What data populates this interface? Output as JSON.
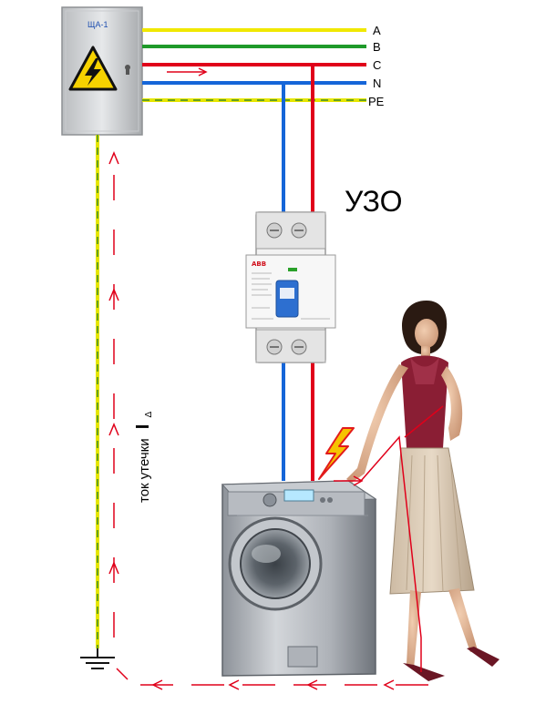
{
  "panel": {
    "label": "ЩА-1"
  },
  "bus": {
    "lines": [
      {
        "label": "A",
        "color": "#f0e800"
      },
      {
        "label": "B",
        "color": "#1f9a2a"
      },
      {
        "label": "C",
        "color": "#e0001a"
      },
      {
        "label": "N",
        "color": "#1565d8"
      },
      {
        "label": "PE",
        "color": "#e6e600",
        "stripe": "#3d8a2a"
      }
    ]
  },
  "rcd": {
    "title": "УЗО",
    "brand": "ABB"
  },
  "leak": {
    "label": "ток утечки",
    "symbol": "I",
    "subscript": "Δ"
  },
  "colors": {
    "arrow": "#e0001a"
  }
}
